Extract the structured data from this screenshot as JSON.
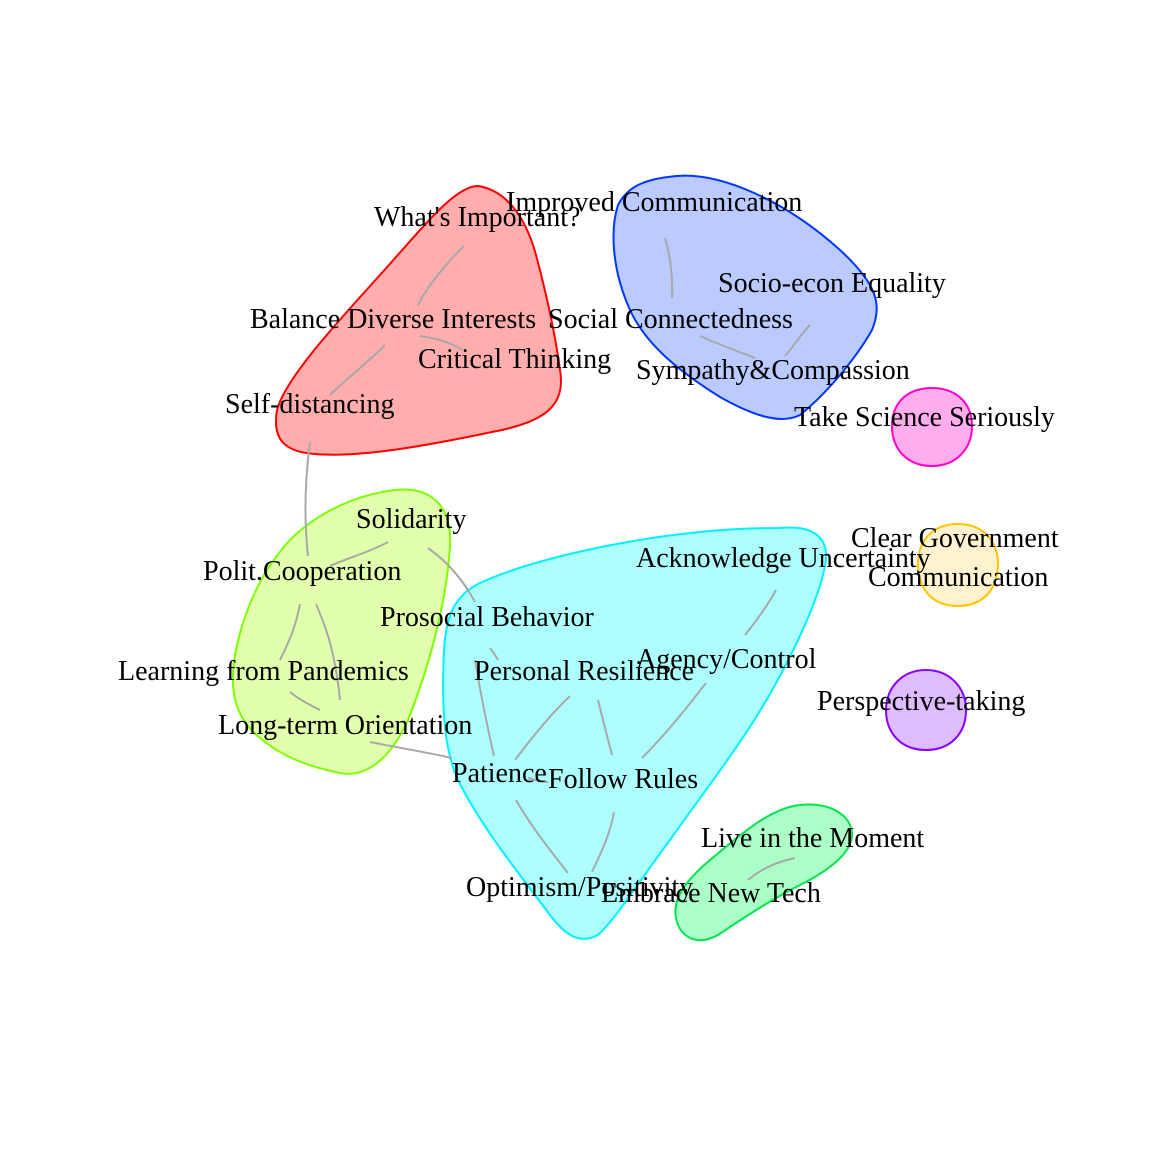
{
  "network": {
    "communities": [
      {
        "id": "red",
        "color": "#ff0000",
        "fill": "#ff0000"
      },
      {
        "id": "blue",
        "color": "#0037ff",
        "fill": "#2a5cff"
      },
      {
        "id": "magenta",
        "color": "#ff00c8",
        "fill": "#ff00c8"
      },
      {
        "id": "lightgreen",
        "color": "#7cff00",
        "fill": "#a6ff00"
      },
      {
        "id": "cyan",
        "color": "#00f2ff",
        "fill": "#00ffff"
      },
      {
        "id": "orange",
        "color": "#ffc400",
        "fill": "#ffd866"
      },
      {
        "id": "purple",
        "color": "#8a00ff",
        "fill": "#9b2cff"
      },
      {
        "id": "green",
        "color": "#00e64d",
        "fill": "#00ff55"
      }
    ],
    "nodes": [
      {
        "id": "whats_important",
        "label": "What's Important?",
        "community": "red"
      },
      {
        "id": "balance",
        "label": "Balance Diverse Interests",
        "community": "red"
      },
      {
        "id": "critical",
        "label": "Critical Thinking",
        "community": "red"
      },
      {
        "id": "self_distancing",
        "label": "Self-distancing",
        "community": "red"
      },
      {
        "id": "improved_comm",
        "label": "Improved Communication",
        "community": "blue"
      },
      {
        "id": "socio_econ",
        "label": "Socio-econ Equality",
        "community": "blue"
      },
      {
        "id": "social_conn",
        "label": "Social Connectedness",
        "community": "blue"
      },
      {
        "id": "sympathy",
        "label": "Sympathy&Compassion",
        "community": "blue"
      },
      {
        "id": "take_science",
        "label": "Take Science Seriously",
        "community": "magenta"
      },
      {
        "id": "solidarity",
        "label": "Solidarity",
        "community": "lightgreen"
      },
      {
        "id": "polit_coop",
        "label": "Polit.Cooperation",
        "community": "lightgreen"
      },
      {
        "id": "learning",
        "label": "Learning from Pandemics",
        "community": "lightgreen"
      },
      {
        "id": "long_term",
        "label": "Long-term Orientation",
        "community": "lightgreen"
      },
      {
        "id": "ack_uncert",
        "label": "Acknowledge Uncertainty",
        "community": "cyan"
      },
      {
        "id": "prosocial",
        "label": "Prosocial Behavior",
        "community": "cyan"
      },
      {
        "id": "personal_res",
        "label": "Personal Resilience",
        "community": "cyan"
      },
      {
        "id": "agency",
        "label": "Agency/Control",
        "community": "cyan"
      },
      {
        "id": "patience",
        "label": "Patience",
        "community": "cyan"
      },
      {
        "id": "follow_rules",
        "label": "Follow Rules",
        "community": "cyan"
      },
      {
        "id": "optimism",
        "label": "Optimism/Positivity",
        "community": "cyan"
      },
      {
        "id": "clear_gov_1",
        "label": "Clear Government",
        "community": "orange"
      },
      {
        "id": "clear_gov_2",
        "label": "Communication",
        "community": "orange"
      },
      {
        "id": "perspective",
        "label": "Perspective-taking",
        "community": "purple"
      },
      {
        "id": "live_moment",
        "label": "Live in the Moment",
        "community": "green"
      },
      {
        "id": "embrace_tech",
        "label": "Embrace New Tech",
        "community": "green"
      }
    ],
    "edges": [
      [
        "whats_important",
        "balance"
      ],
      [
        "balance",
        "critical"
      ],
      [
        "balance",
        "self_distancing"
      ],
      [
        "self_distancing",
        "polit_coop"
      ],
      [
        "improved_comm",
        "social_conn"
      ],
      [
        "social_conn",
        "sympathy"
      ],
      [
        "socio_econ",
        "sympathy"
      ],
      [
        "solidarity",
        "polit_coop"
      ],
      [
        "solidarity",
        "prosocial"
      ],
      [
        "polit_coop",
        "learning"
      ],
      [
        "polit_coop",
        "long_term"
      ],
      [
        "learning",
        "long_term"
      ],
      [
        "long_term",
        "patience"
      ],
      [
        "prosocial",
        "personal_res"
      ],
      [
        "personal_res",
        "patience"
      ],
      [
        "personal_res",
        "follow_rules"
      ],
      [
        "patience",
        "personal_res"
      ],
      [
        "patience",
        "follow_rules"
      ],
      [
        "patience",
        "optimism"
      ],
      [
        "follow_rules",
        "optimism"
      ],
      [
        "ack_uncert",
        "agency"
      ],
      [
        "agency",
        "follow_rules"
      ],
      [
        "live_moment",
        "embrace_tech"
      ]
    ]
  }
}
